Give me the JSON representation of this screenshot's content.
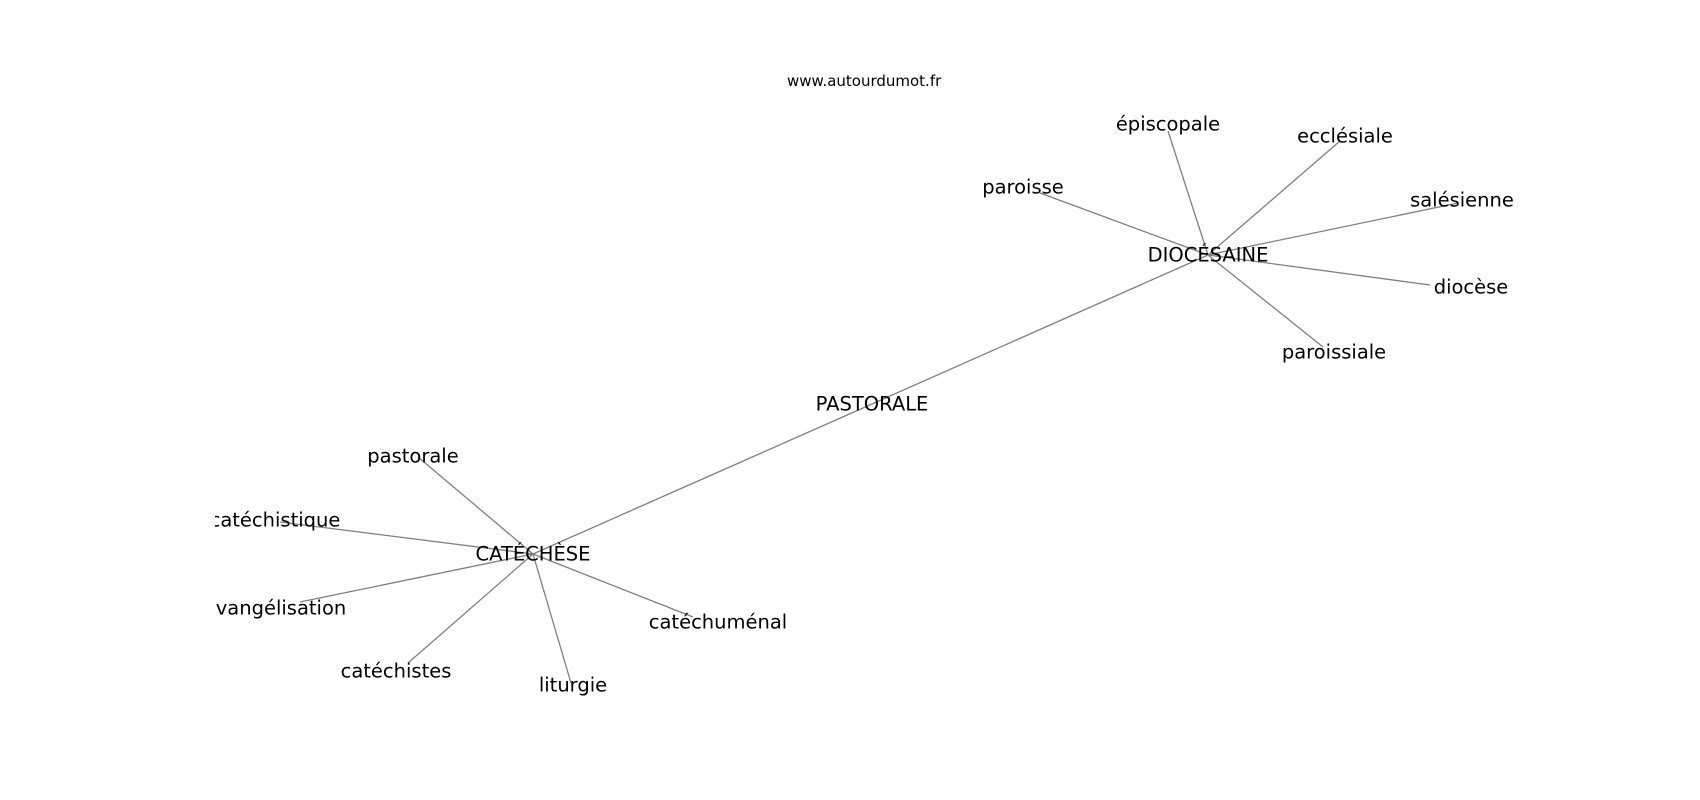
{
  "source_label": "www.autourdumot.fr",
  "graph": {
    "nodes": [
      {
        "id": "pastorale_center",
        "label": "PASTORALE"
      },
      {
        "id": "diocesaine",
        "label": "DIOCÉSAINE"
      },
      {
        "id": "catechese",
        "label": "CATÉCHÈSE"
      },
      {
        "id": "episcopale",
        "label": "épiscopale"
      },
      {
        "id": "ecclesiale",
        "label": "ecclésiale"
      },
      {
        "id": "paroisse",
        "label": "paroisse"
      },
      {
        "id": "salesienne",
        "label": "salésienne"
      },
      {
        "id": "diocese",
        "label": "diocèse"
      },
      {
        "id": "paroissiale",
        "label": "paroissiale"
      },
      {
        "id": "pastorale",
        "label": "pastorale"
      },
      {
        "id": "catechistique",
        "label": "catéchistique"
      },
      {
        "id": "evangelisation",
        "label": "évangélisation"
      },
      {
        "id": "catechistes",
        "label": "catéchistes"
      },
      {
        "id": "liturgie",
        "label": "liturgie"
      },
      {
        "id": "catechumenal",
        "label": "catéchuménal"
      }
    ],
    "edges": [
      [
        "pastorale_center",
        "diocesaine"
      ],
      [
        "pastorale_center",
        "catechese"
      ],
      [
        "diocesaine",
        "episcopale"
      ],
      [
        "diocesaine",
        "ecclesiale"
      ],
      [
        "diocesaine",
        "paroisse"
      ],
      [
        "diocesaine",
        "salesienne"
      ],
      [
        "diocesaine",
        "diocese"
      ],
      [
        "diocesaine",
        "paroissiale"
      ],
      [
        "catechese",
        "pastorale"
      ],
      [
        "catechese",
        "catechistique"
      ],
      [
        "catechese",
        "evangelisation"
      ],
      [
        "catechese",
        "catechistes"
      ],
      [
        "catechese",
        "liturgie"
      ],
      [
        "catechese",
        "catechumenal"
      ]
    ]
  }
}
